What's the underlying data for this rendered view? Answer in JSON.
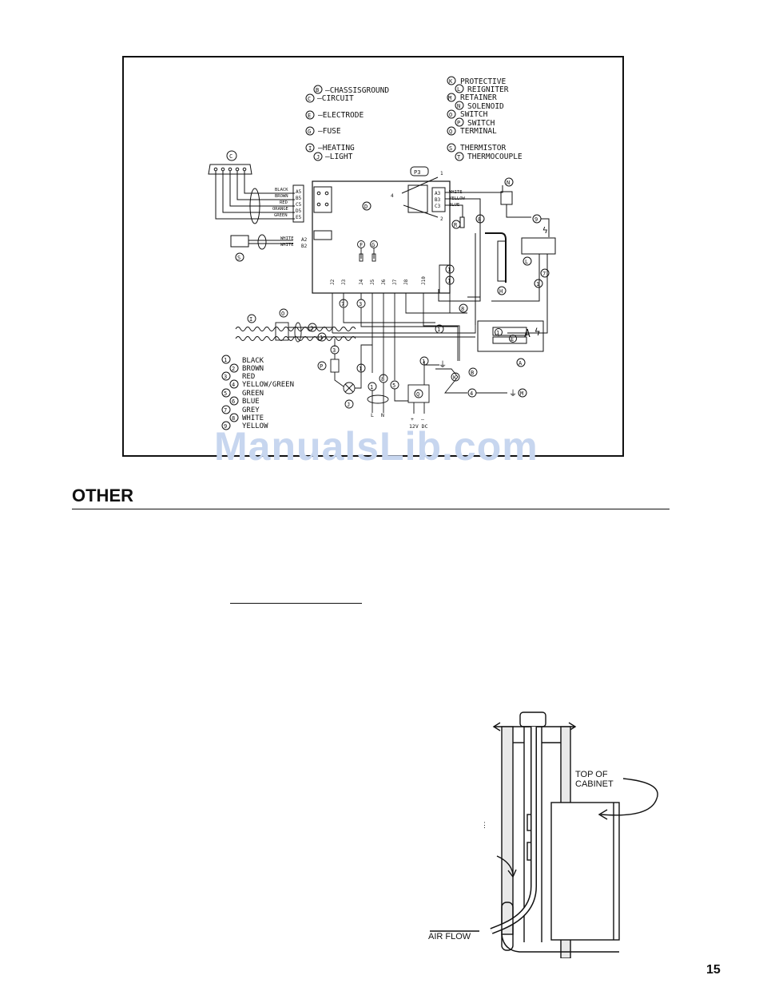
{
  "legend_components": [
    {
      "code": "B",
      "name": "CHASSISGROUND"
    },
    {
      "code": "C",
      "name": "CIRCUIT"
    },
    {
      "code": "E",
      "name": "ELECTRODE"
    },
    {
      "code": "G",
      "name": "FUSE"
    },
    {
      "code": "I",
      "name": "HEATING"
    },
    {
      "code": "J",
      "name": "LIGHT"
    }
  ],
  "legend_components_right": [
    {
      "code": "K",
      "name": "PROTECTIVE"
    },
    {
      "code": "L",
      "name": "REIGNITER"
    },
    {
      "code": "M",
      "name": "RETAINER"
    },
    {
      "code": "N",
      "name": "SOLENOID"
    },
    {
      "code": "O",
      "name": "SWITCH"
    },
    {
      "code": "P",
      "name": "SWITCH"
    },
    {
      "code": "Q",
      "name": "TERMINAL"
    },
    {
      "code": "S",
      "name": "THERMISTOR"
    },
    {
      "code": "T",
      "name": "THERMOCOUPLE"
    }
  ],
  "wire_colors": [
    {
      "num": "1",
      "name": "BLACK"
    },
    {
      "num": "2",
      "name": "BROWN"
    },
    {
      "num": "3",
      "name": "RED"
    },
    {
      "num": "4",
      "name": "YELLOW/GREEN"
    },
    {
      "num": "5",
      "name": "GREEN"
    },
    {
      "num": "6",
      "name": "BLUE"
    },
    {
      "num": "7",
      "name": "GREY"
    },
    {
      "num": "8",
      "name": "WHITE"
    },
    {
      "num": "9",
      "name": "YELLOW"
    }
  ],
  "connector_left": [
    {
      "color": "BLACK",
      "pin": "A5"
    },
    {
      "color": "BROWN",
      "pin": "B5"
    },
    {
      "color": "RED",
      "pin": "C5"
    },
    {
      "color": "ORANGE",
      "pin": "D5"
    },
    {
      "color": "GREEN",
      "pin": "E5"
    }
  ],
  "connector_thermistor": [
    {
      "color": "WHITE",
      "pin": "A2"
    },
    {
      "color": "WHITE",
      "pin": "B2"
    }
  ],
  "connector_p3": {
    "label": "P3",
    "pins": [
      {
        "color": "WHITE",
        "pin": "A3"
      },
      {
        "color": "YELLOW",
        "pin": "B3"
      },
      {
        "color": "BLUE",
        "pin": "C3"
      }
    ]
  },
  "board_pins": [
    "J2",
    "J3",
    "J4",
    "J5",
    "J6",
    "J7",
    "J8",
    "J10"
  ],
  "supply": {
    "label": "12V DC",
    "plus": "+",
    "minus": "—",
    "line": "L",
    "neutral": "N"
  },
  "watermark": "ManualsLib.com",
  "section_title": "OTHER",
  "figure2": {
    "label_top": "TOP OF\nCABINET",
    "label_top_1": "TOP OF",
    "label_top_2": "CABINET",
    "label_air": "AIR FLOW"
  },
  "page_number": "15"
}
